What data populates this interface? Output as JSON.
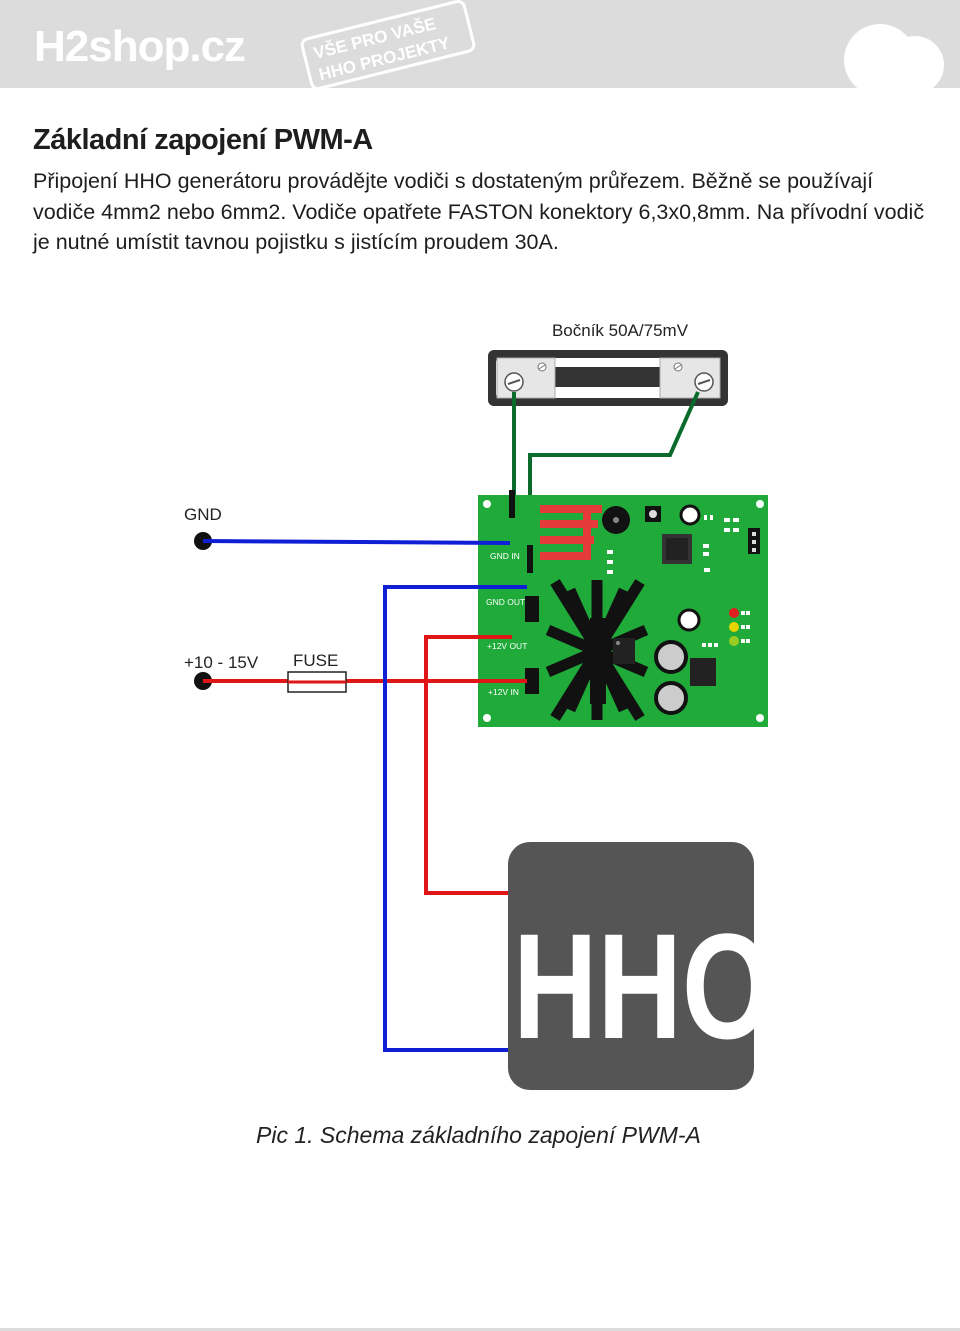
{
  "header": {
    "logo": "H2shop.cz",
    "slogan_line1": "VŠE PRO VAŠE",
    "slogan_line2": "HHO PROJEKTY"
  },
  "title": "Základní zapojení PWM-A",
  "intro": "Připojení HHO generátoru provádějte vodiči s dostateným průřezem.  Běžně se používají vodiče 4mm2 nebo 6mm2. Vodiče opatřete FASTON konektory 6,3x0,8mm. Na přívodní vodič je nutné umístit tavnou pojistku s jistícím proudem 30A.",
  "diagram": {
    "shunt_label": "Bočník 50A/75mV",
    "gnd_label": "GND",
    "supply_label": "+10 - 15V",
    "fuse_label": "FUSE",
    "pcb_labels": {
      "gnd_in": "GND IN",
      "gnd_out": "GND OUT",
      "v12_out": "+12V OUT",
      "v12_in": "+12V IN"
    },
    "hho_label": "HHO",
    "colors": {
      "negative_wire": "#0f1fd6",
      "positive_wire": "#e01616",
      "shunt_wire": "#0a6b2c",
      "pcb": "#1faa3a",
      "hho_box": "#555555"
    }
  },
  "caption": "Pic 1.  Schema základního zapojení PWM-A"
}
